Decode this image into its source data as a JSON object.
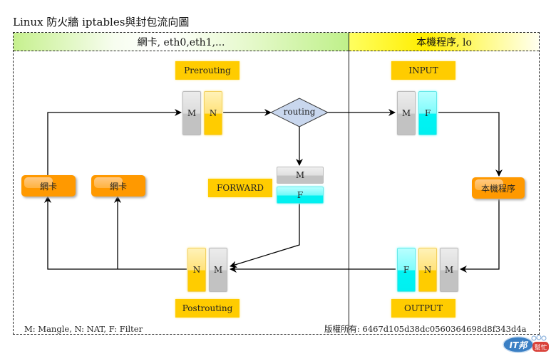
{
  "title": "Linux 防火牆 iptables與封包流向圖",
  "zones": {
    "left_header": "網卡, eth0,eth1,...",
    "right_header": "本機程序, lo"
  },
  "chains": {
    "prerouting": "Prerouting",
    "input": "INPUT",
    "forward": "FORWARD",
    "output": "OUTPUT",
    "postrouting": "Postrouting"
  },
  "tables": {
    "prerouting": [
      "M",
      "N"
    ],
    "input": [
      "M",
      "F"
    ],
    "forward": [
      "M",
      "F"
    ],
    "output": [
      "F",
      "N",
      "M"
    ],
    "postrouting": [
      "N",
      "M"
    ]
  },
  "nodes": {
    "routing": "routing",
    "nic_1": "網卡",
    "nic_2": "網卡",
    "local_process": "本機程序"
  },
  "legend": "M: Mangle, N: NAT, F: Filter",
  "copyright": "版權所有: 6467d105d38dc0560364698d8f343d4a",
  "watermark": {
    "main": "IT邦",
    "sub": "幫忙"
  },
  "colors": {
    "chain_label": "#ffcc00",
    "mangle": "#c2c2c2",
    "nat": "#ffcc00",
    "filter": "#00f0f0",
    "nic": "#ff9900",
    "routing": "#c9d7ee"
  }
}
